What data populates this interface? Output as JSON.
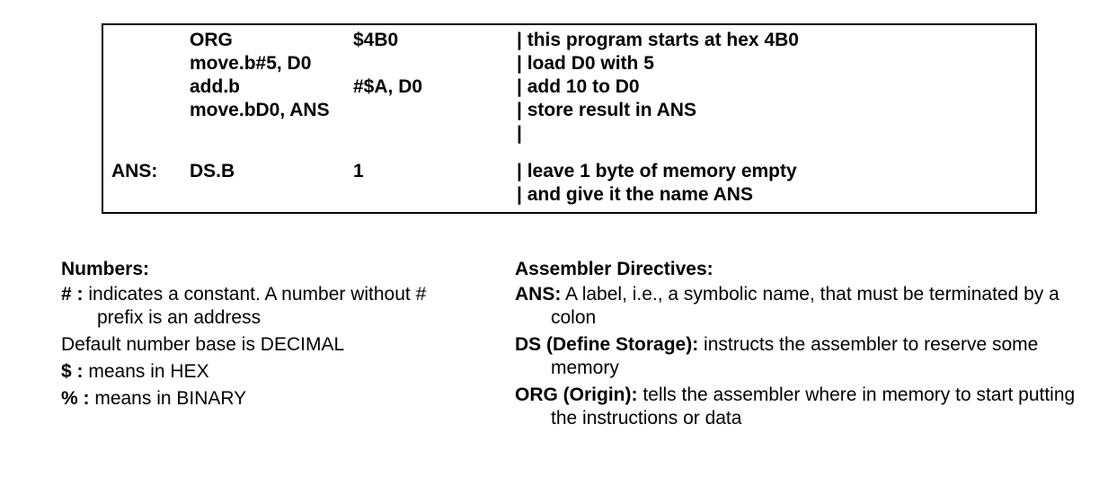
{
  "code": {
    "lines": [
      {
        "label": "",
        "op": "ORG",
        "arg": "$4B0",
        "comment": "| this program starts at hex 4B0"
      },
      {
        "label": "",
        "op": "move.b#5, D0",
        "arg": "",
        "comment": "| load D0 with 5"
      },
      {
        "label": "",
        "op": "add.b",
        "arg": "#$A, D0",
        "comment": "| add 10 to D0"
      },
      {
        "label": "",
        "op": "move.bD0, ANS",
        "arg": "",
        "comment": "| store result in ANS"
      },
      {
        "label": "",
        "op": "",
        "arg": "",
        "comment": "|"
      },
      {
        "label": "ANS:",
        "op": "DS.B",
        "arg": "1",
        "comment": "| leave 1 byte of memory empty"
      },
      {
        "label": "",
        "op": "",
        "arg": "",
        "comment": "| and give it the name ANS"
      }
    ]
  },
  "numbers": {
    "heading": "Numbers:",
    "items": [
      {
        "term": "# :",
        "text": " indicates a constant. A number without # prefix is an address"
      },
      {
        "term": "",
        "text": "Default number base is DECIMAL"
      },
      {
        "term": "$ :",
        "text": " means in HEX"
      },
      {
        "term": "% :",
        "text": " means in BINARY"
      }
    ]
  },
  "directives": {
    "heading": "Assembler Directives:",
    "items": [
      {
        "term": "ANS:",
        "text": " A label, i.e., a symbolic name, that must be terminated by a colon"
      },
      {
        "term": "DS (Define Storage):",
        "text": " instructs the assembler to reserve some memory"
      },
      {
        "term": "ORG (Origin):",
        "text": " tells the assembler where in memory to start putting the instructions or data"
      }
    ]
  }
}
